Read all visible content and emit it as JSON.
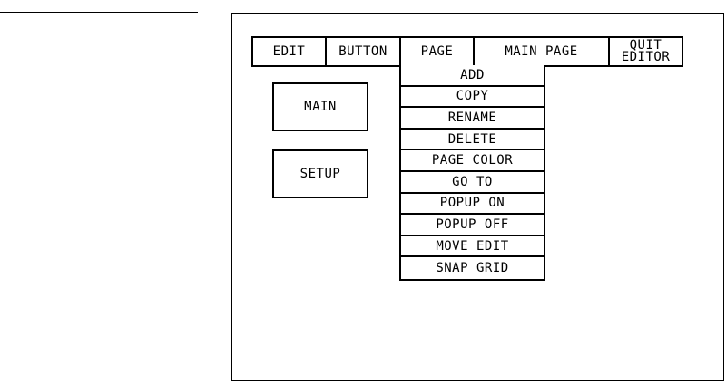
{
  "toolbar": {
    "edit": "EDIT",
    "button": "BUTTON",
    "page": "PAGE",
    "main_page": "MAIN PAGE",
    "quit_editor": "QUIT\nEDITOR"
  },
  "page_menu": {
    "items": [
      "ADD",
      "COPY",
      "RENAME",
      "DELETE",
      "PAGE COLOR",
      "GO TO",
      "POPUP ON",
      "POPUP OFF",
      "MOVE EDIT",
      "SNAP GRID"
    ]
  },
  "canvas": {
    "buttons": [
      "MAIN",
      "SETUP"
    ]
  }
}
